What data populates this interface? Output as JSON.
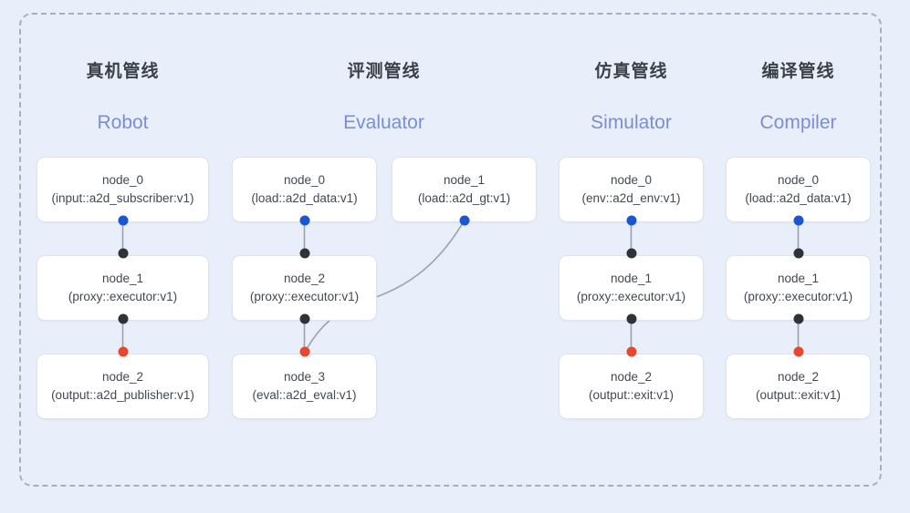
{
  "diagram": {
    "frame": {
      "style": "dashed-rounded-rectangle",
      "border_color": "#a6afc2"
    },
    "background_color": "#e9eefb",
    "port_colors": {
      "output": "#1a55d4",
      "passthrough": "#2f3338",
      "terminal": "#e8472c"
    },
    "edge_color": "#9aa2b0"
  },
  "columns": [
    {
      "id": "robot",
      "title_cn": "真机管线",
      "title_en": "Robot",
      "nodes": [
        {
          "id": "r0",
          "name": "node_0",
          "spec": "(input::a2d_subscriber:v1)"
        },
        {
          "id": "r1",
          "name": "node_1",
          "spec": "(proxy::executor:v1)"
        },
        {
          "id": "r2",
          "name": "node_2",
          "spec": "(output::a2d_publisher:v1)"
        }
      ]
    },
    {
      "id": "evaluator",
      "title_cn": "评测管线",
      "title_en": "Evaluator",
      "nodes": [
        {
          "id": "e0",
          "name": "node_0",
          "spec": "(load::a2d_data:v1)"
        },
        {
          "id": "e1",
          "name": "node_1",
          "spec": "(load::a2d_gt:v1)"
        },
        {
          "id": "e2",
          "name": "node_2",
          "spec": "(proxy::executor:v1)"
        },
        {
          "id": "e3",
          "name": "node_3",
          "spec": "(eval::a2d_eval:v1)"
        }
      ]
    },
    {
      "id": "simulator",
      "title_cn": "仿真管线",
      "title_en": "Simulator",
      "nodes": [
        {
          "id": "s0",
          "name": "node_0",
          "spec": "(env::a2d_env:v1)"
        },
        {
          "id": "s1",
          "name": "node_1",
          "spec": "(proxy::executor:v1)"
        },
        {
          "id": "s2",
          "name": "node_2",
          "spec": "(output::exit:v1)"
        }
      ]
    },
    {
      "id": "compiler",
      "title_cn": "编译管线",
      "title_en": "Compiler",
      "nodes": [
        {
          "id": "c0",
          "name": "node_0",
          "spec": "(load::a2d_data:v1)"
        },
        {
          "id": "c1",
          "name": "node_1",
          "spec": "(proxy::executor:v1)"
        },
        {
          "id": "c2",
          "name": "node_2",
          "spec": "(output::exit:v1)"
        }
      ]
    }
  ]
}
